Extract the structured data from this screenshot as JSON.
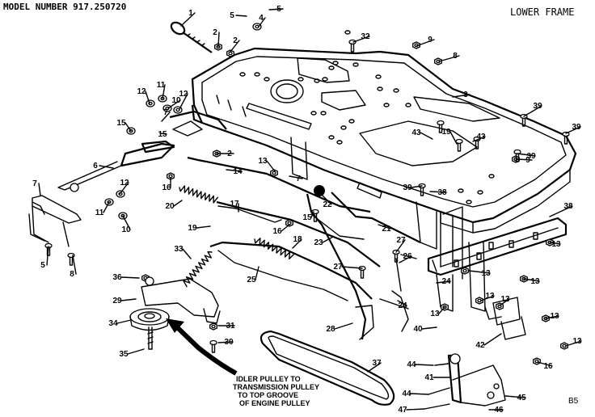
{
  "header": {
    "model_number": "MODEL NUMBER 917.250720",
    "section_title": "LOWER FRAME"
  },
  "footer": {
    "page_code": "B5"
  },
  "callout": {
    "lines": [
      "IDLER PULLEY TO",
      "TRANSMISSION PULLEY",
      "TO TOP GROOVE",
      "OF ENGINE PULLEY"
    ]
  },
  "parts": [
    {
      "id": "p1",
      "label": "1"
    },
    {
      "id": "p2a",
      "label": "2"
    },
    {
      "id": "p2b",
      "label": "2"
    },
    {
      "id": "p2c",
      "label": "2"
    },
    {
      "id": "p3",
      "label": "3"
    },
    {
      "id": "p4",
      "label": "4"
    },
    {
      "id": "p5a",
      "label": "5"
    },
    {
      "id": "p5b",
      "label": "5"
    },
    {
      "id": "p5c",
      "label": "5"
    },
    {
      "id": "p6",
      "label": "6"
    },
    {
      "id": "p7a",
      "label": "7"
    },
    {
      "id": "p7b",
      "label": "7"
    },
    {
      "id": "p7c",
      "label": "7"
    },
    {
      "id": "p8a",
      "label": "8"
    },
    {
      "id": "p8b",
      "label": "8"
    },
    {
      "id": "p9a",
      "label": "9"
    },
    {
      "id": "p9b",
      "label": "9"
    },
    {
      "id": "p10a",
      "label": "10"
    },
    {
      "id": "p10b",
      "label": "10"
    },
    {
      "id": "p11a",
      "label": "11"
    },
    {
      "id": "p11b",
      "label": "11"
    },
    {
      "id": "p12a",
      "label": "12"
    },
    {
      "id": "p12b",
      "label": "12"
    },
    {
      "id": "p12c",
      "label": "12"
    },
    {
      "id": "p13a",
      "label": "13"
    },
    {
      "id": "p13b",
      "label": "13"
    },
    {
      "id": "p13c",
      "label": "13"
    },
    {
      "id": "p13d",
      "label": "13"
    },
    {
      "id": "p13e",
      "label": "13"
    },
    {
      "id": "p13f",
      "label": "13"
    },
    {
      "id": "p13g",
      "label": "13"
    },
    {
      "id": "p13h",
      "label": "13"
    },
    {
      "id": "p13i",
      "label": "13"
    },
    {
      "id": "p14",
      "label": "14"
    },
    {
      "id": "p15a",
      "label": "15"
    },
    {
      "id": "p15b",
      "label": "15"
    },
    {
      "id": "p15c",
      "label": "15"
    },
    {
      "id": "p16a",
      "label": "16"
    },
    {
      "id": "p16b",
      "label": "16"
    },
    {
      "id": "p16c",
      "label": "16"
    },
    {
      "id": "p17",
      "label": "17"
    },
    {
      "id": "p18",
      "label": "18"
    },
    {
      "id": "p19a",
      "label": "19"
    },
    {
      "id": "p19b",
      "label": "19"
    },
    {
      "id": "p20",
      "label": "20"
    },
    {
      "id": "p21",
      "label": "21"
    },
    {
      "id": "p22",
      "label": "22"
    },
    {
      "id": "p23",
      "label": "23"
    },
    {
      "id": "p24a",
      "label": "24"
    },
    {
      "id": "p24b",
      "label": "24"
    },
    {
      "id": "p25",
      "label": "25"
    },
    {
      "id": "p26",
      "label": "26"
    },
    {
      "id": "p27a",
      "label": "27"
    },
    {
      "id": "p27b",
      "label": "27"
    },
    {
      "id": "p28",
      "label": "28"
    },
    {
      "id": "p29",
      "label": "29"
    },
    {
      "id": "p30",
      "label": "30"
    },
    {
      "id": "p31",
      "label": "31"
    },
    {
      "id": "p32",
      "label": "32"
    },
    {
      "id": "p33",
      "label": "33"
    },
    {
      "id": "p34",
      "label": "34"
    },
    {
      "id": "p35",
      "label": "35"
    },
    {
      "id": "p36",
      "label": "36"
    },
    {
      "id": "p37",
      "label": "37"
    },
    {
      "id": "p38a",
      "label": "38"
    },
    {
      "id": "p38b",
      "label": "38"
    },
    {
      "id": "p39a",
      "label": "39"
    },
    {
      "id": "p39b",
      "label": "39"
    },
    {
      "id": "p39c",
      "label": "39"
    },
    {
      "id": "p39d",
      "label": "39"
    },
    {
      "id": "p40",
      "label": "40"
    },
    {
      "id": "p41",
      "label": "41"
    },
    {
      "id": "p42",
      "label": "42"
    },
    {
      "id": "p43a",
      "label": "43"
    },
    {
      "id": "p43b",
      "label": "43"
    },
    {
      "id": "p44a",
      "label": "44"
    },
    {
      "id": "p44b",
      "label": "44"
    },
    {
      "id": "p45",
      "label": "45"
    },
    {
      "id": "p46",
      "label": "46"
    },
    {
      "id": "p47",
      "label": "47"
    }
  ]
}
